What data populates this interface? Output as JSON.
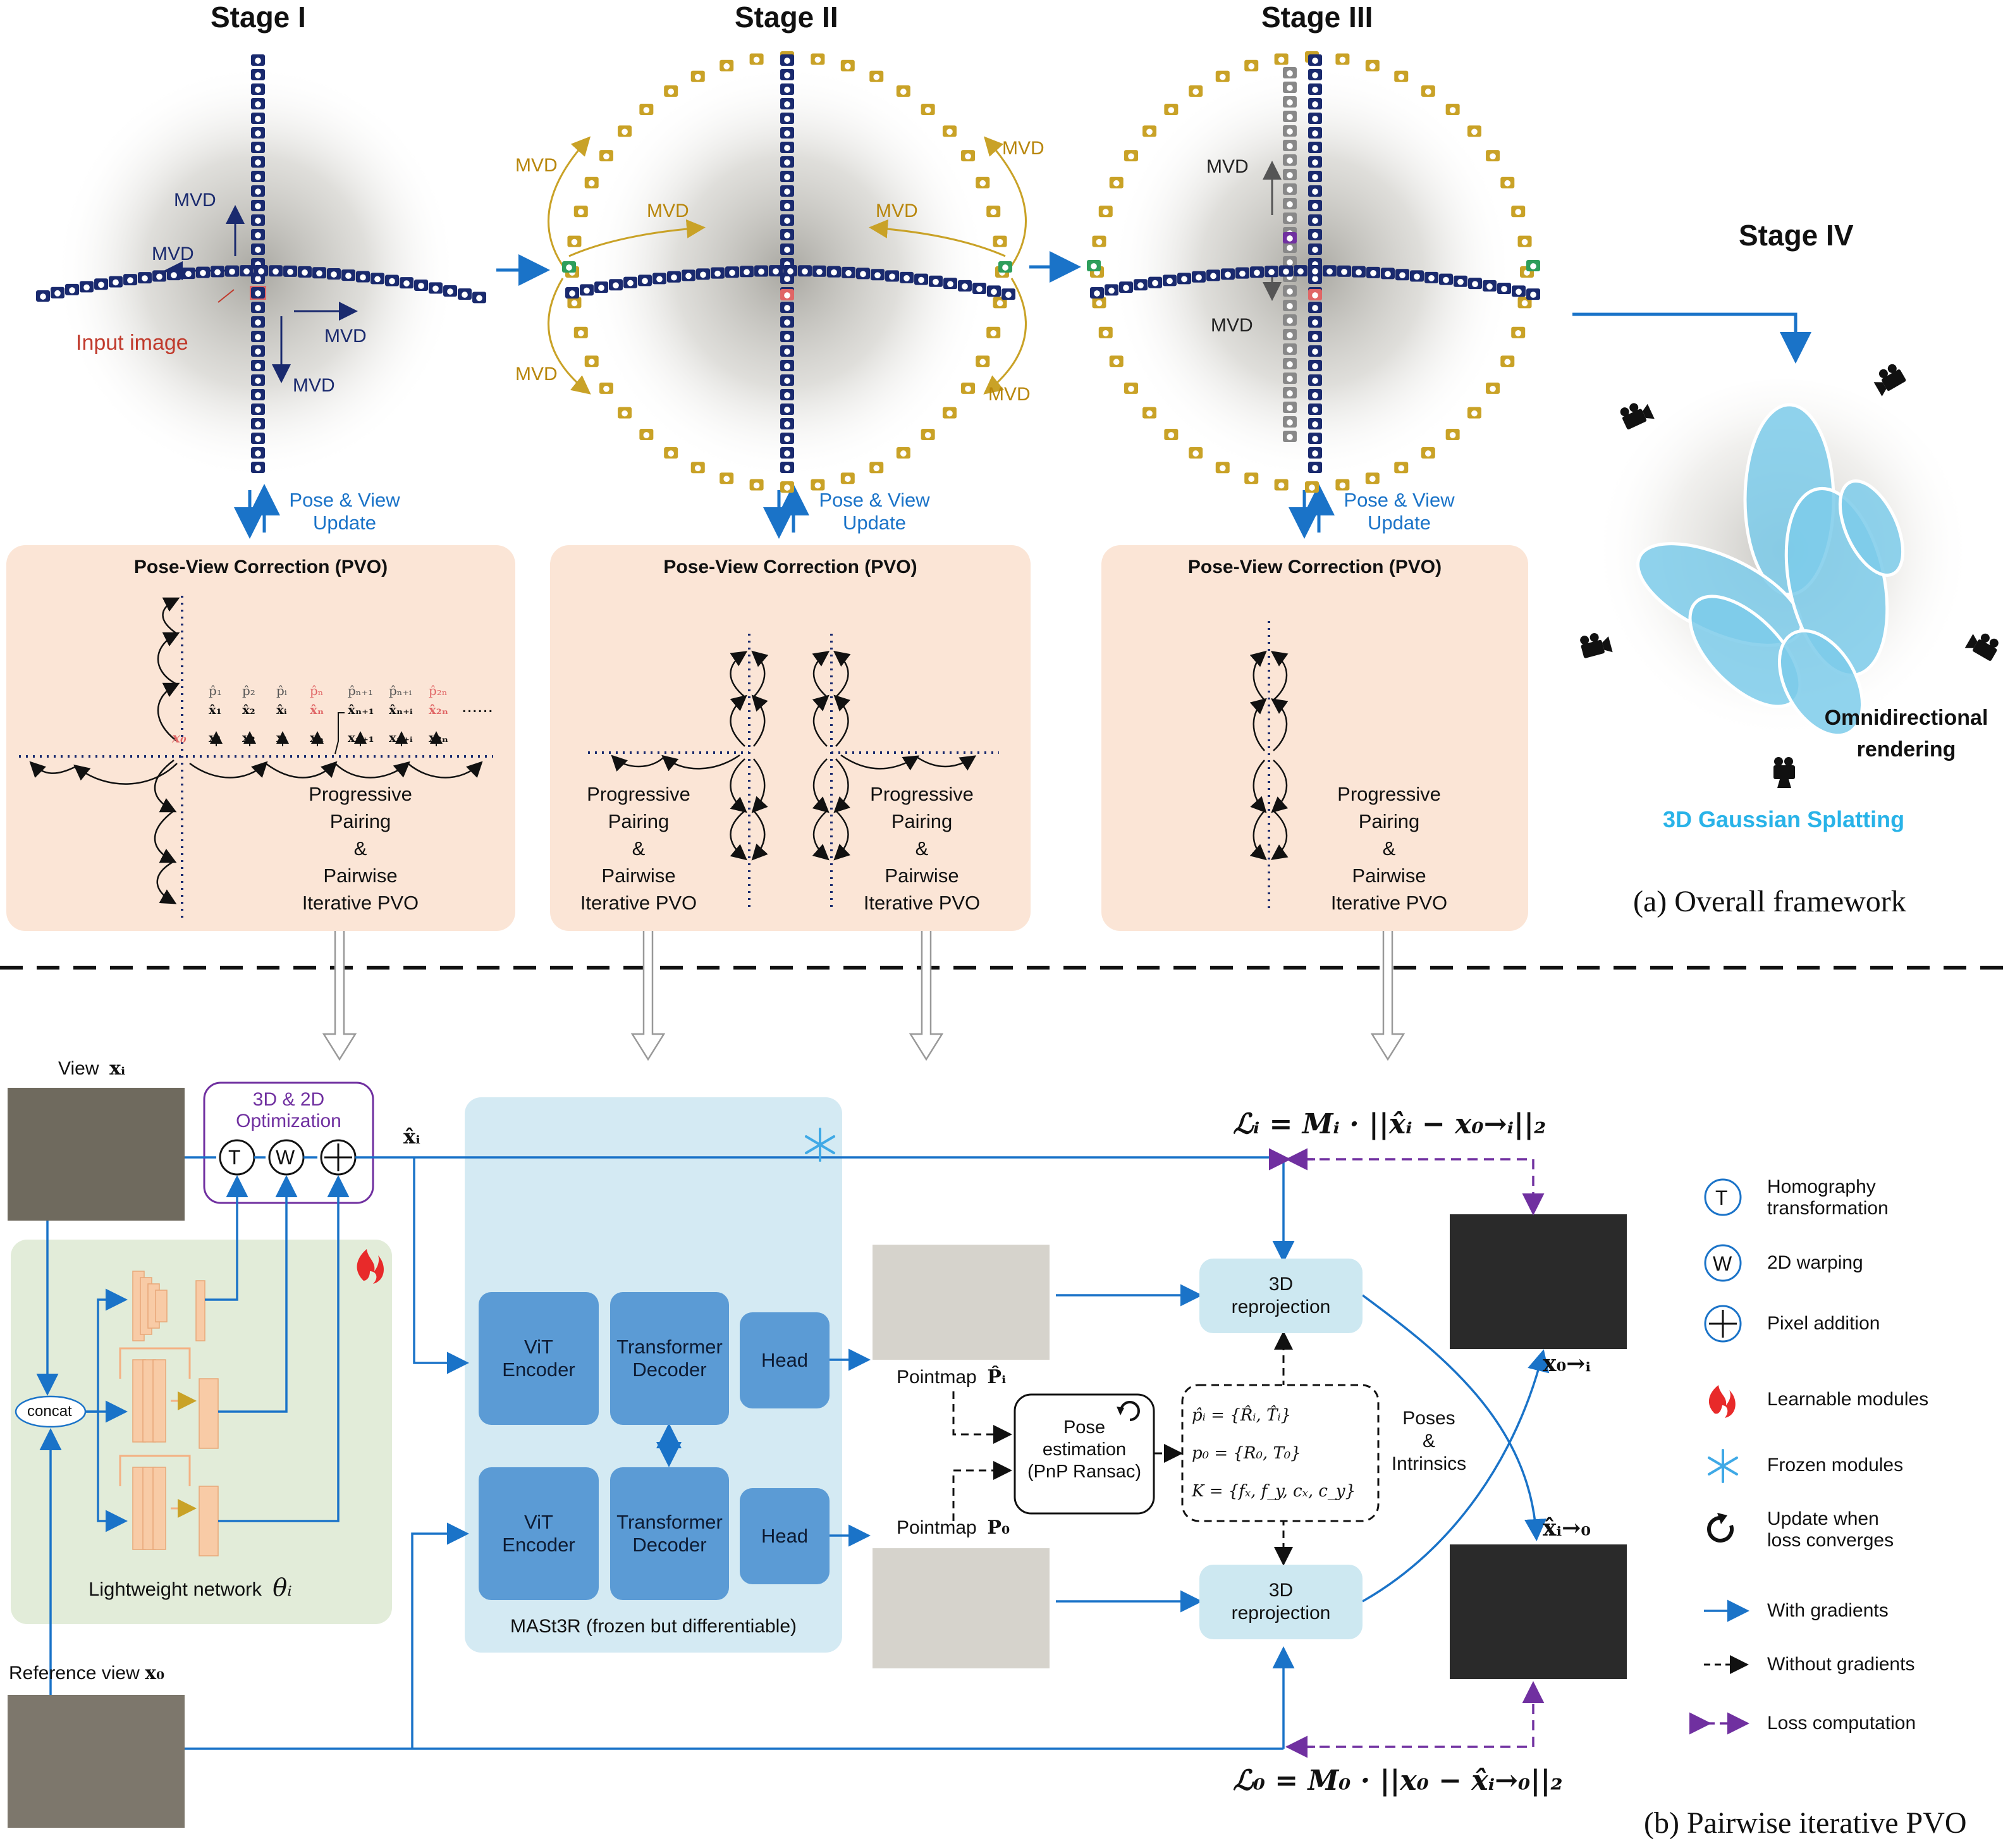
{
  "stages": {
    "s1": "Stage I",
    "s2": "Stage II",
    "s3": "Stage III",
    "s4": "Stage IV"
  },
  "mvd": "MVD",
  "input_image": "Input image",
  "pose_view_update": [
    "Pose & View",
    "Update"
  ],
  "pvo_title": "Pose-View Correction (PVO)",
  "progressive_pairing": [
    "Progressive",
    "Pairing",
    "&",
    "Pairwise",
    "Iterative PVO"
  ],
  "stage1_formula": {
    "p_labels": [
      "p̂₁",
      "p̂₂",
      "p̂ᵢ",
      "p̂ₙ",
      "p̂ₙ₊₁",
      "p̂ₙ₊ᵢ",
      "p̂₂ₙ"
    ],
    "xhat_labels": [
      "x̂₁",
      "x̂₂",
      "x̂ᵢ",
      "x̂ₙ",
      "x̂ₙ₊₁",
      "x̂ₙ₊ᵢ",
      "x̂₂ₙ"
    ],
    "x_labels": [
      "x₁",
      "x₂",
      "xᵢ",
      "xₙ",
      "xₙ₊₁",
      "xₙ₊ᵢ",
      "x₂ₙ"
    ],
    "x0": "x₀",
    "ellipsis": "......"
  },
  "stage4": {
    "omni": [
      "Omnidirectional",
      "rendering"
    ],
    "gs": "3D Gaussian Splatting"
  },
  "caption_a": "(a) Overall framework",
  "caption_b": "(b) Pairwise iterative PVO",
  "lower": {
    "view_xi": "View",
    "view_xi_sym": "xᵢ",
    "ref_view": "Reference view",
    "ref_view_sym": "x₀",
    "opt_title": [
      "3D & 2D",
      "Optimization"
    ],
    "ops": [
      "T",
      "W",
      "+"
    ],
    "xhat_i": "x̂ᵢ",
    "concat": "concat",
    "lightweight": "Lightweight network",
    "theta": "θᵢ",
    "vit": [
      "ViT",
      "Encoder"
    ],
    "transformer": [
      "Transformer",
      "Decoder"
    ],
    "head": "Head",
    "mast3r": "MASt3R (frozen but differentiable)",
    "pointmap_i": "Pointmap",
    "pointmap_i_sym": "P̂ᵢ",
    "pointmap_0": "Pointmap",
    "pointmap_0_sym": "P₀",
    "pose_est": [
      "Pose",
      "estimation",
      "(PnP Ransac)"
    ],
    "pose_eqs": [
      "p̂ᵢ = {R̂ᵢ, T̂ᵢ}",
      "p₀ = {R₀, T₀}",
      "K = {fₓ, f_y, cₓ, c_y}"
    ],
    "poses_intrinsics": [
      "Poses",
      "&",
      "Intrinsics"
    ],
    "reproj": [
      "3D",
      "reprojection"
    ],
    "loss_i": "ℒᵢ = Mᵢ · ||x̂ᵢ − x₀→ᵢ||₂",
    "loss_0": "ℒ₀ = M₀ · ||x₀ − x̂ᵢ→₀||₂",
    "x0_to_i": "x₀→ᵢ",
    "xhat_i_to_0": "x̂ᵢ→₀"
  },
  "legend": [
    {
      "icon": "T",
      "text": [
        "Homography",
        "transformation"
      ]
    },
    {
      "icon": "W",
      "text": [
        "2D warping"
      ]
    },
    {
      "icon": "+",
      "text": [
        "Pixel addition"
      ]
    },
    {
      "icon": "flame",
      "text": [
        "Learnable modules"
      ]
    },
    {
      "icon": "snowflake",
      "text": [
        "Frozen modules"
      ]
    },
    {
      "icon": "loop",
      "text": [
        "Update when",
        "loss converges"
      ]
    },
    {
      "icon": "solid-arrow",
      "text": [
        "With gradients"
      ]
    },
    {
      "icon": "dashed-arrow",
      "text": [
        "Without gradients"
      ]
    },
    {
      "icon": "purple-arrow",
      "text": [
        "Loss computation"
      ]
    }
  ],
  "colors": {
    "navy": "#1a2a6e",
    "gold": "#c9a227",
    "green": "#2e9e5b",
    "red": "#e06666",
    "blue_arrow": "#1a73c8",
    "purple": "#7030a0",
    "pvo_bg": "#fbe5d6",
    "green_panel": "#e2ecd9",
    "mast3r_bg": "#d4eaf3",
    "box_blue": "#5b9bd5",
    "orange_layer": "#f8cba6",
    "gaussian": "#7ccbea"
  }
}
